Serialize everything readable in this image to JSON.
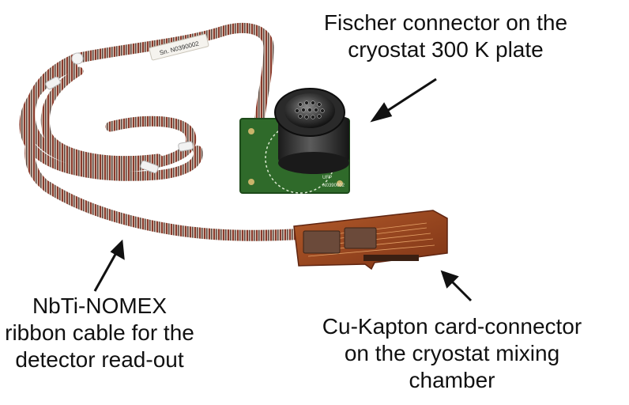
{
  "captions": {
    "fischer": {
      "line1": "Fischer connector on the",
      "line2": "cryostat 300 K plate"
    },
    "nbti": {
      "line1": "NbTi-NOMEX",
      "line2": "ribbon cable for the",
      "line3": "detector read-out"
    },
    "cukapton": {
      "line1": "Cu-Kapton card-connector",
      "line2": "on the cryostat mixing",
      "line3": "chamber"
    }
  },
  "photo": {
    "tag_label": "Sn. N0390002",
    "board_marking_1": "UFP",
    "board_marking_2": "N0390002"
  }
}
